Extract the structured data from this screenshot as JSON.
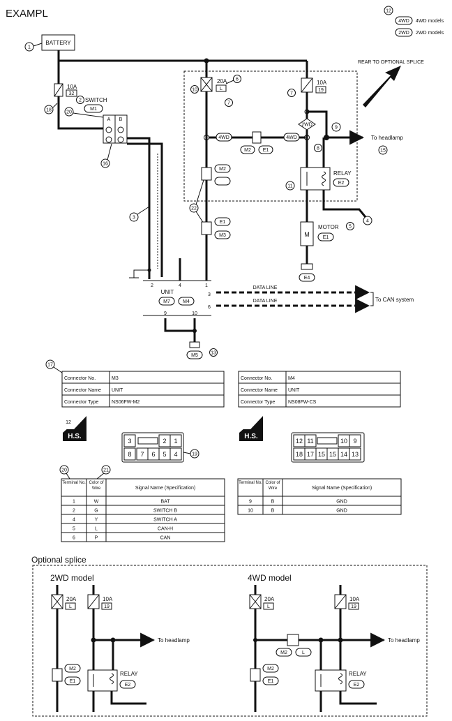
{
  "title": "EXAMPL",
  "legend": {
    "callout": "12",
    "model_4wd_tag": "4WD",
    "model_4wd_label": "4WD models",
    "model_2wd_tag": "2WD",
    "model_2wd_label": "2WD models"
  },
  "rear_label": "REAR TO OPTIONAL SPLICE",
  "battery": {
    "label": "BATTERY",
    "callout": "1"
  },
  "fuses": {
    "f10a": {
      "rating": "10A",
      "number": "32",
      "callout": "18"
    },
    "f20a": {
      "rating": "20A",
      "number": "L",
      "callout": "6",
      "node": "10"
    },
    "f10a_r": {
      "rating": "10A",
      "number": "19",
      "callout": "7"
    }
  },
  "switch": {
    "label": "SWITCH",
    "connector": "M1",
    "callout_a": "2",
    "callout_b": "20",
    "callout_c": "16",
    "terminal_a": "A",
    "terminal_b": "B"
  },
  "wire_callouts": {
    "w3": "3",
    "w4": "4",
    "w22": "22",
    "w9": "9",
    "w8": "8",
    "w11": "11"
  },
  "wire_tags": {
    "model_4wd": "4WD",
    "model_2wd": "2WD"
  },
  "connectors": {
    "m2_upper": "M2",
    "e1_upper": "E1",
    "m2_mid": "M2",
    "e1_lower": "E1",
    "m3": "M3",
    "e1_motor": "E1",
    "e2_relay": "E2",
    "m7": "M7",
    "m4": "M4",
    "m5": "M5",
    "ground_e4": "E4"
  },
  "relay": {
    "label": "RELAY"
  },
  "motor": {
    "label": "MOTOR",
    "symbol": "M",
    "callout": "5"
  },
  "headlamp": {
    "label": "To headlamp",
    "callout": "15"
  },
  "unit": {
    "label": "UNIT",
    "pins_top": [
      "2",
      "4",
      "1"
    ],
    "pins_right": [
      "3",
      "6"
    ],
    "pins_bottom": [
      "9",
      "10"
    ],
    "data_line_1": "DATA LINE",
    "data_line_2": "DATA LINE",
    "can_label": "To CAN system",
    "ground_callout": "13"
  },
  "connector_tables": [
    {
      "callout": "17",
      "rows": [
        {
          "key": "Connector No.",
          "value": "M3"
        },
        {
          "key": "Connector Name",
          "value": "UNIT"
        },
        {
          "key": "Connector Type",
          "value": "NS06FW-M2"
        }
      ],
      "face_callout": "19",
      "face_top": [
        "3",
        "",
        "2",
        "1"
      ],
      "face_bottom": [
        "8",
        "7",
        "6",
        "5",
        "4"
      ]
    },
    {
      "rows": [
        {
          "key": "Connector No.",
          "value": "M4"
        },
        {
          "key": "Connector Name",
          "value": "UNIT"
        },
        {
          "key": "Connector Type",
          "value": "NS08FW-CS"
        }
      ],
      "face_top": [
        "12",
        "11",
        "",
        "10",
        "9"
      ],
      "face_bottom": [
        "18",
        "17",
        "15",
        "15",
        "14",
        "13"
      ]
    }
  ],
  "hs_label": "H.S.",
  "terminal_tables": [
    {
      "callout_a": "20",
      "callout_b": "21",
      "headers": [
        "Terminal No.",
        "Color of Wire",
        "Signal Name (Specification)"
      ],
      "rows": [
        [
          "1",
          "W",
          "BAT"
        ],
        [
          "2",
          "G",
          "SWITCH B"
        ],
        [
          "4",
          "Y",
          "SWITCH A"
        ],
        [
          "5",
          "L",
          "CAN-H"
        ],
        [
          "6",
          "P",
          "CAN"
        ]
      ]
    },
    {
      "headers": [
        "Terminal No.",
        "Color of Wire",
        "Signal Name (Specification)"
      ],
      "rows": [
        [
          "9",
          "B",
          "GND"
        ],
        [
          "10",
          "B",
          "GND"
        ]
      ]
    }
  ],
  "optional_splice": {
    "title": "Optional splice",
    "models": [
      {
        "label": "2WD model",
        "fuse_a": "20A",
        "fuse_a_no": "L",
        "fuse_b": "10A",
        "fuse_b_no": "19",
        "headlamp": "To headlamp",
        "m2": "M2",
        "e1": "E1",
        "relay": "RELAY",
        "e2": "E2"
      },
      {
        "label": "4WD model",
        "fuse_a": "20A",
        "fuse_a_no": "L",
        "fuse_b": "10A",
        "fuse_b_no": "19",
        "headlamp": "To headlamp",
        "m2": "M2",
        "e1": "E1",
        "relay": "RELAY",
        "e2": "E2",
        "splice_m2": "M2",
        "splice_l": "L"
      }
    ]
  }
}
